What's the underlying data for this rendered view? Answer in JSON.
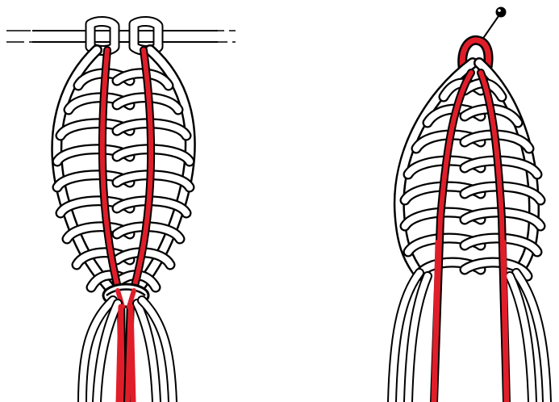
{
  "figures": [
    {
      "name": "mounted-sinnet-on-dowel"
    },
    {
      "name": "pinned-sinnet"
    }
  ],
  "colors": {
    "cord_outline": "#000000",
    "cord_fill": "#ffffff",
    "core_cord": "#e01e2a",
    "pin_head": "#000000"
  },
  "icons": {
    "dowel": "dowel-rod",
    "pin": "pin-icon"
  }
}
